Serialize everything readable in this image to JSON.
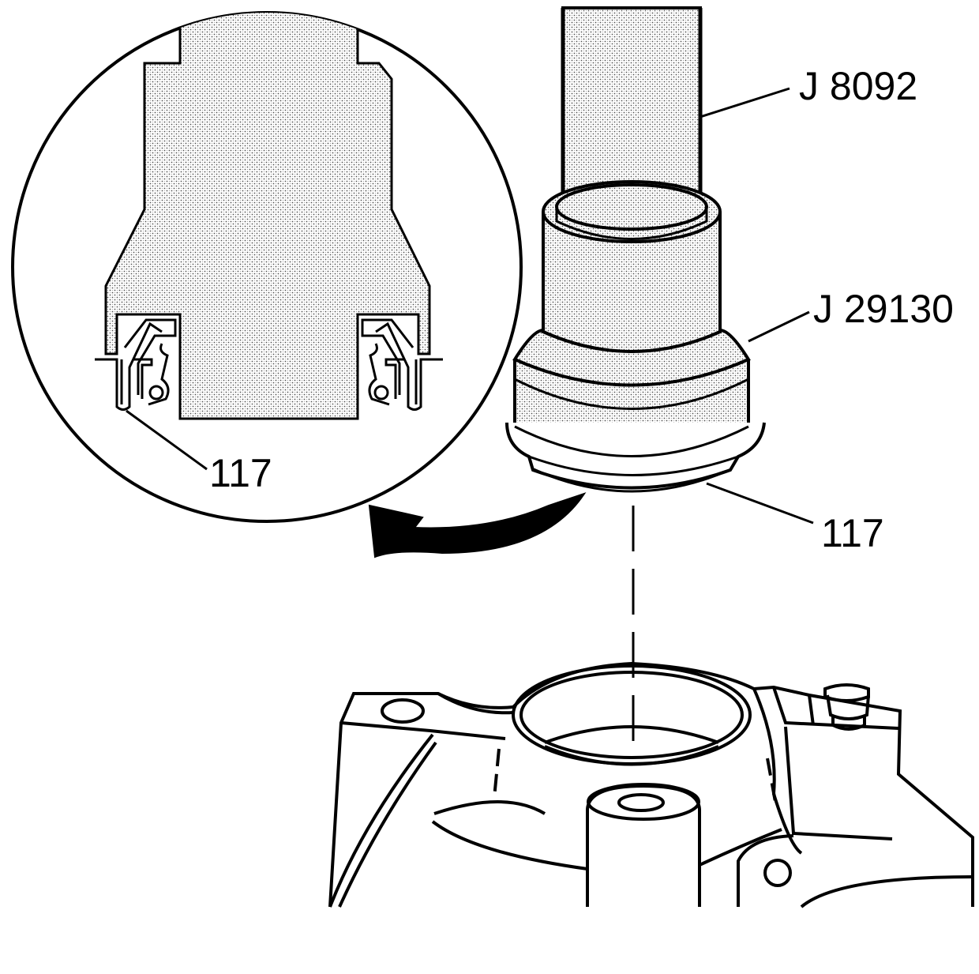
{
  "labels": {
    "tool_handle": "J 8092",
    "seal_installer": "J 29130",
    "seal_main": "117",
    "seal_detail": "117"
  },
  "colors": {
    "line": "#000000",
    "background": "#ffffff",
    "stipple": "#555555"
  }
}
